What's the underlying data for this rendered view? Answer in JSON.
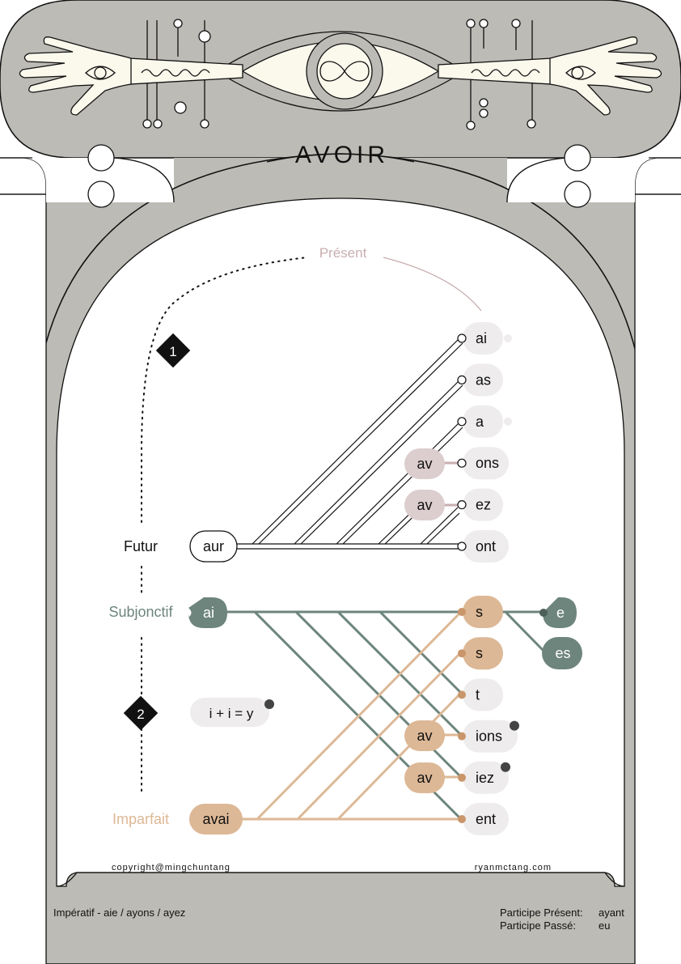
{
  "title": "AVOIR",
  "tenses": {
    "present": "Présent",
    "futur": "Futur",
    "subjonctif": "Subjonctif",
    "imparfait": "Imparfait"
  },
  "markers": {
    "first": "1",
    "second": "2"
  },
  "stems": {
    "futur": "aur",
    "subjonctif": "ai",
    "imparfait": "avai",
    "present_plural_1": "av",
    "present_plural_2": "av",
    "imparfait_plural_1": "av",
    "imparfait_plural_2": "av"
  },
  "endings_present": [
    "ai",
    "as",
    "a",
    "ons",
    "ez",
    "ont"
  ],
  "endings_imparfait": [
    "s",
    "s",
    "t",
    "ions",
    "iez",
    "ent"
  ],
  "endings_subjonctif": [
    "e",
    "es"
  ],
  "rule_note": "i + i = y",
  "footer": {
    "copyright": "copyright@mingchuntang",
    "website": "ryanmctang.com",
    "imperatif": "Impératif - aie / ayons / ayez",
    "participe_present_label": "Participe Présent:",
    "participe_present_value": "ayant",
    "participe_passe_label": "Participe Passé:",
    "participe_passe_value": "eu"
  },
  "colors": {
    "frame": "#bcbbb5",
    "present": "#c9aeb0",
    "present_stem": "#dccdcf",
    "subjonctif": "#6d857c",
    "imparfait": "#ddb896",
    "ending_pill": "#eeecec",
    "ink": "#111111",
    "cream": "#fbf8ec"
  }
}
